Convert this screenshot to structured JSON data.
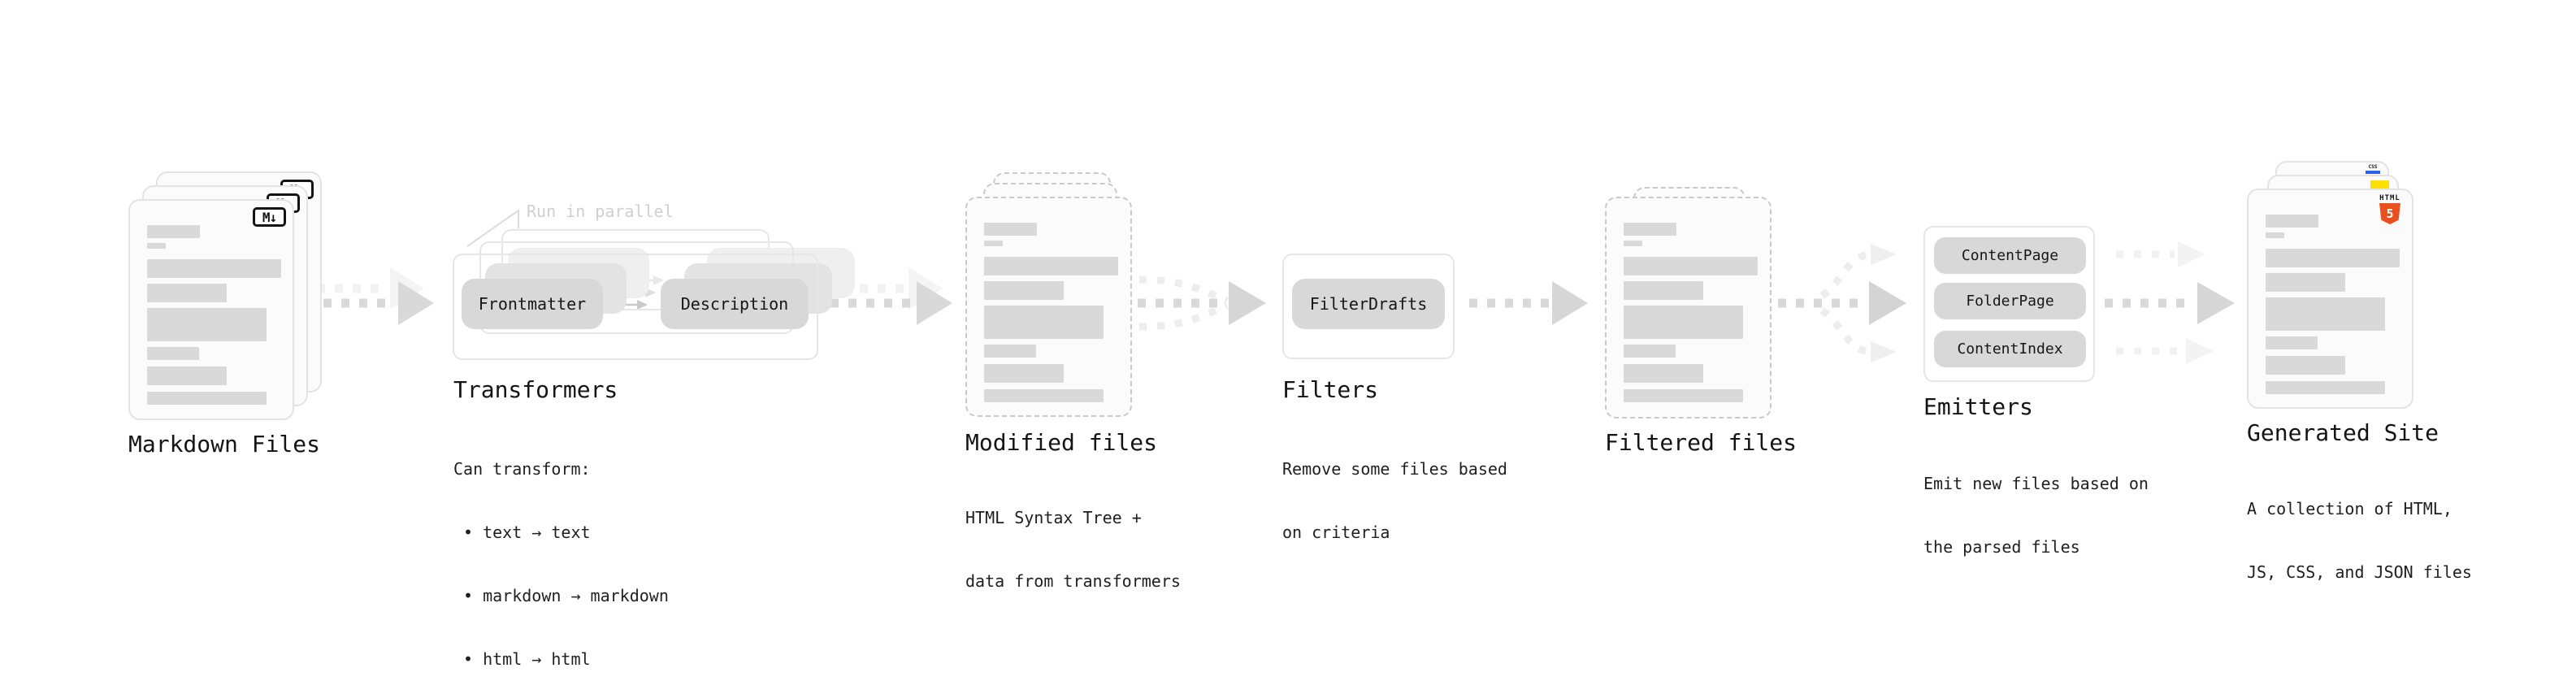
{
  "markdown": {
    "title": "Markdown Files",
    "badge": "M↓"
  },
  "transformers": {
    "title": "Transformers",
    "parallel_label": "Run in parallel",
    "source_chip": "Frontmatter",
    "target_chip": "Description",
    "desc_heading": "Can transform:",
    "bullets": [
      "• text → text",
      "• markdown → markdown",
      "• html → html"
    ]
  },
  "modified": {
    "title": "Modified files",
    "desc_line1": "HTML Syntax Tree +",
    "desc_line2": "data from transformers"
  },
  "filters": {
    "title": "Filters",
    "chip": "FilterDrafts",
    "desc_line1": "Remove some files based",
    "desc_line2": "on criteria"
  },
  "filtered": {
    "title": "Filtered files"
  },
  "emitters": {
    "title": "Emitters",
    "chips": [
      "ContentPage",
      "FolderPage",
      "ContentIndex"
    ],
    "desc_line1": "Emit new files based on",
    "desc_line2": "the parsed files"
  },
  "generated": {
    "title": "Generated Site",
    "desc_line1": "A collection of HTML,",
    "desc_line2": "JS, CSS, and JSON files",
    "html5_word": "HTML",
    "html5_number": "5",
    "css_word": "CSS"
  },
  "colors": {
    "arrow_main": "#d9d9d9",
    "arrow_faint": "#f1f1f1",
    "skeleton_bar": "#d9d9d9",
    "chip_bg": "#d8d8d8",
    "html5_orange": "#e8511f",
    "js_yellow": "#ffdf00",
    "css_blue": "#2962e8",
    "text": "#141414",
    "muted_label": "#cfcfcf"
  },
  "skeleton_bars": [
    {
      "w": 65,
      "h": 16,
      "mt": 30
    },
    {
      "w": 23,
      "h": 7,
      "mt": 6
    },
    {
      "w": 165,
      "h": 23,
      "mt": 13
    },
    {
      "w": 98,
      "h": 23,
      "mt": 7
    },
    {
      "w": 147,
      "h": 41,
      "mt": 7
    },
    {
      "w": 64,
      "h": 16,
      "mt": 7
    },
    {
      "w": 98,
      "h": 23,
      "mt": 8
    },
    {
      "w": 147,
      "h": 16,
      "mt": 8
    }
  ]
}
